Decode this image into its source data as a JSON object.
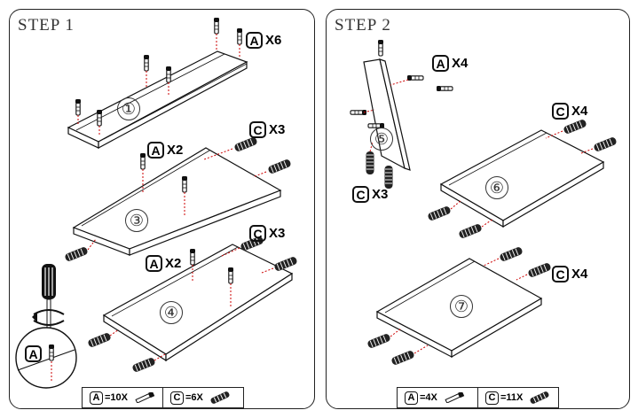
{
  "steps": [
    {
      "title": "STEP  1",
      "labels": [
        {
          "letter": "A",
          "qty": "X6"
        },
        {
          "letter": "C",
          "qty": "X3"
        },
        {
          "letter": "A",
          "qty": "X2"
        },
        {
          "letter": "C",
          "qty": "X3"
        },
        {
          "letter": "A",
          "qty": "X2"
        }
      ],
      "part_numbers": [
        "①",
        "③",
        "④"
      ],
      "inset_letter": "A",
      "legend": [
        {
          "letter": "A",
          "qty": "=10X"
        },
        {
          "letter": "C",
          "qty": "=6X"
        }
      ]
    },
    {
      "title": "STEP  2",
      "labels": [
        {
          "letter": "A",
          "qty": "X4"
        },
        {
          "letter": "C",
          "qty": "X3"
        },
        {
          "letter": "C",
          "qty": "X4"
        },
        {
          "letter": "C",
          "qty": "X4"
        }
      ],
      "part_numbers": [
        "⑤",
        "⑥",
        "⑦"
      ],
      "legend": [
        {
          "letter": "A",
          "qty": "=4X"
        },
        {
          "letter": "C",
          "qty": "=11X"
        }
      ]
    }
  ]
}
